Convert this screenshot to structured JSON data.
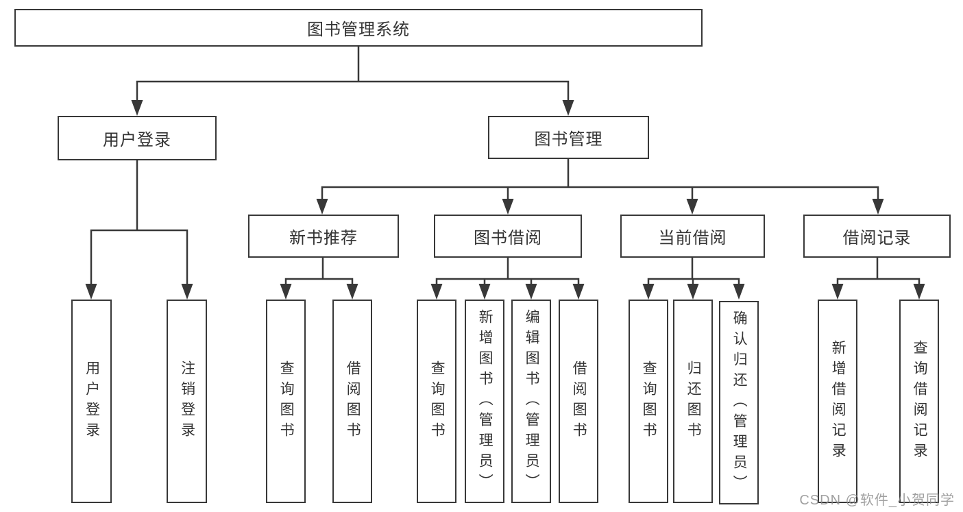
{
  "diagram": {
    "title_node": {
      "label": "图书管理系统"
    },
    "level2": [
      {
        "id": "user-login",
        "label": "用户登录"
      },
      {
        "id": "book-management",
        "label": "图书管理"
      }
    ],
    "level3": [
      {
        "id": "new-book-recommendation",
        "label": "新书推荐",
        "parent": "图书管理"
      },
      {
        "id": "book-borrowing",
        "label": "图书借阅",
        "parent": "图书管理"
      },
      {
        "id": "current-borrowing",
        "label": "当前借阅",
        "parent": "图书管理"
      },
      {
        "id": "borrowing-records",
        "label": "借阅记录",
        "parent": "图书管理"
      }
    ],
    "leaves": [
      {
        "label": "用户登录",
        "parent": "用户登录"
      },
      {
        "label": "注销登录",
        "parent": "用户登录"
      },
      {
        "label": "查询图书",
        "parent": "新书推荐"
      },
      {
        "label": "借阅图书",
        "parent": "新书推荐"
      },
      {
        "label": "查询图书",
        "parent": "图书借阅"
      },
      {
        "label": "新增图书（管理员）",
        "parent": "图书借阅"
      },
      {
        "label": "编辑图书（管理员）",
        "parent": "图书借阅"
      },
      {
        "label": "借阅图书",
        "parent": "图书借阅"
      },
      {
        "label": "查询图书",
        "parent": "当前借阅"
      },
      {
        "label": "归还图书",
        "parent": "当前借阅"
      },
      {
        "label": "确认归还（管理员）",
        "parent": "当前借阅"
      },
      {
        "label": "新增借阅记录",
        "parent": "借阅记录"
      },
      {
        "label": "查询借阅记录",
        "parent": "借阅记录"
      }
    ],
    "watermark": {
      "text": "CSDN @软件_小贺同学"
    },
    "colors": {
      "line": "#383838",
      "box_border": "#383838",
      "text": "#333333",
      "watermark": "#8c8c8c",
      "background": "#ffffff"
    }
  }
}
